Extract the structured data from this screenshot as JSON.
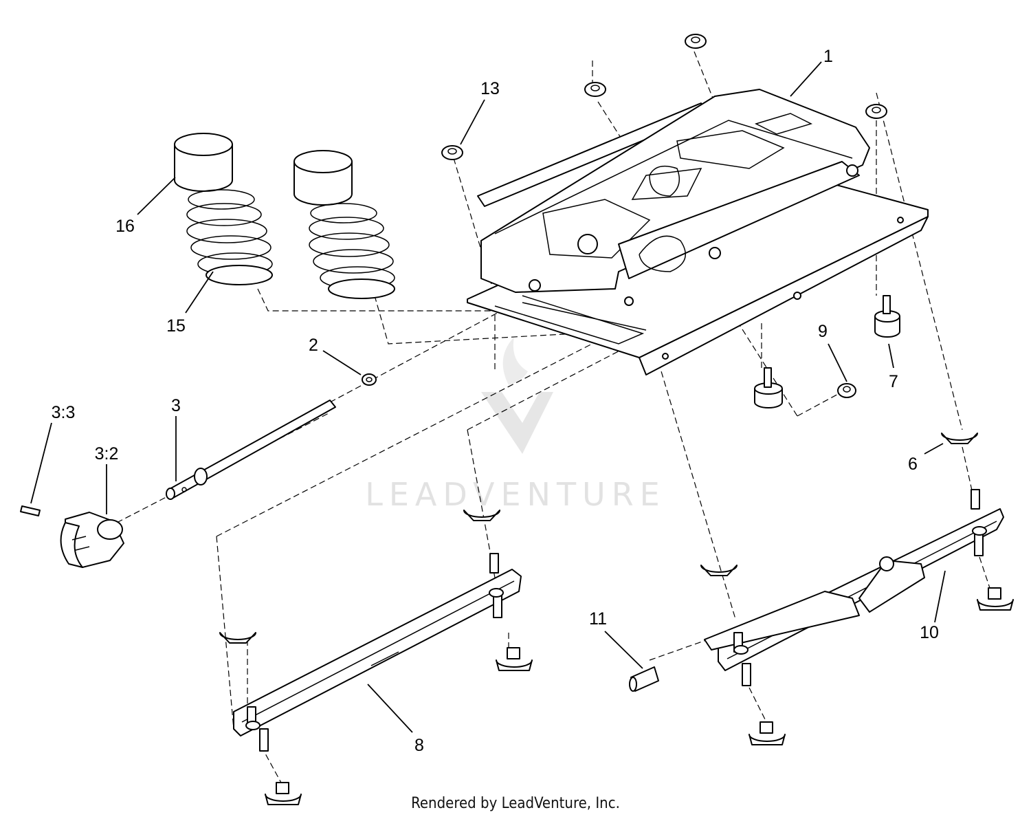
{
  "callouts": {
    "c1": "1",
    "c2": "2",
    "c3": "3",
    "c3_2": "3:2",
    "c3_3": "3:3",
    "c6": "6",
    "c7": "7",
    "c8": "8",
    "c9": "9",
    "c10": "10",
    "c11": "11",
    "c13": "13",
    "c15": "15",
    "c16": "16"
  },
  "watermark": "LEADVENTURE",
  "footer": "Rendered by LeadVenture, Inc."
}
